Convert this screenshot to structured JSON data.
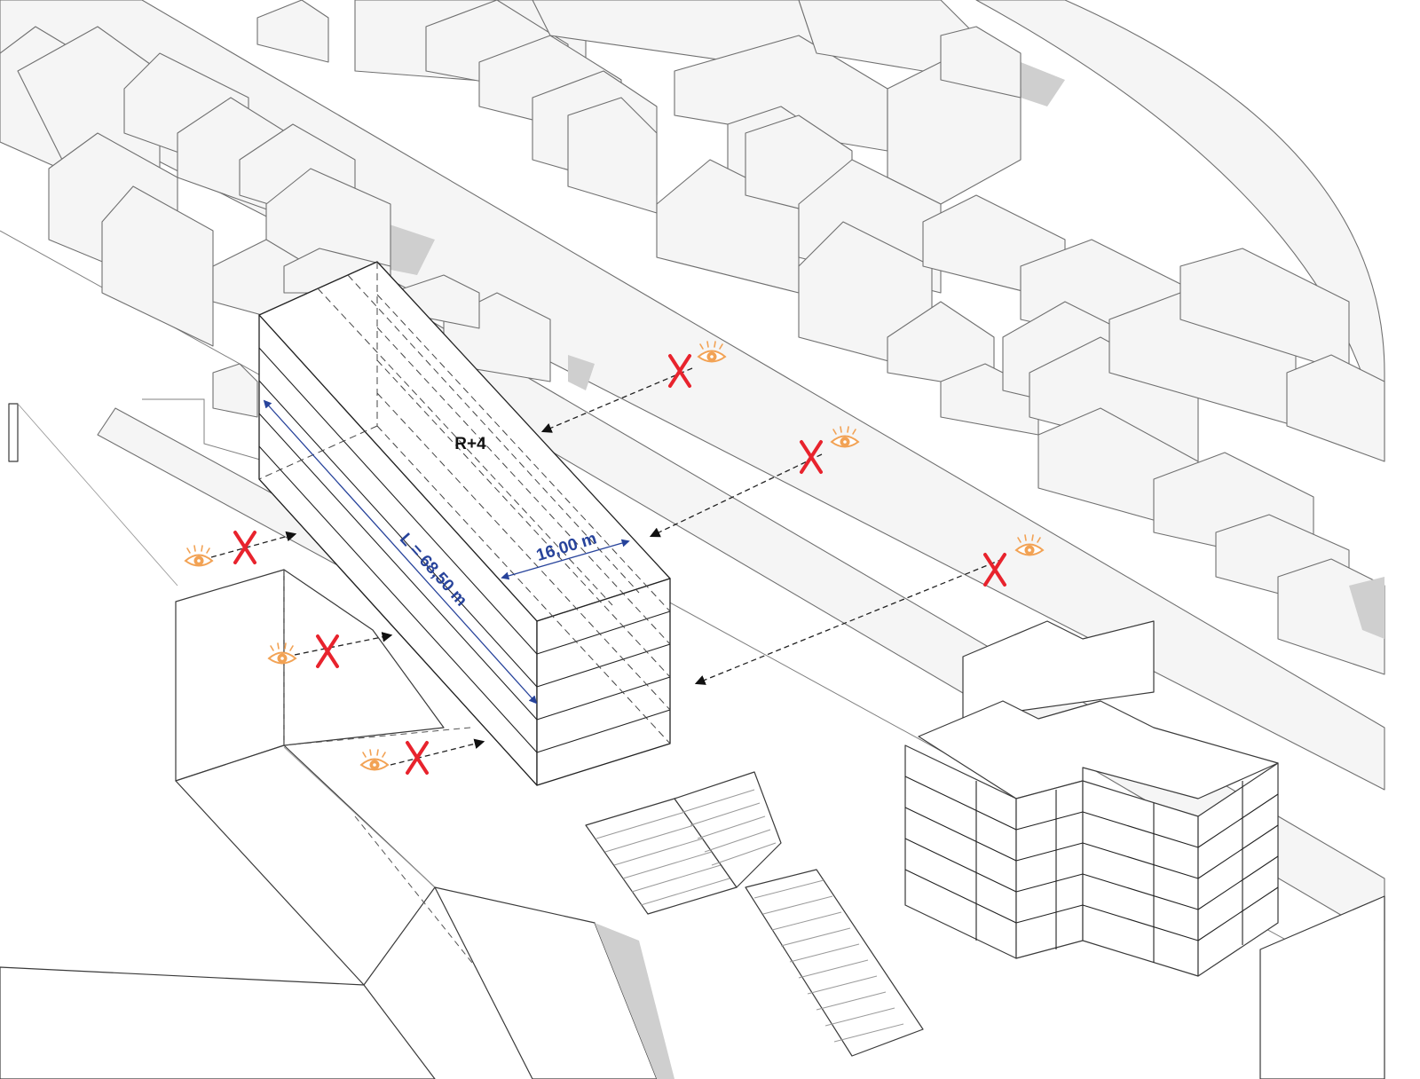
{
  "labels": {
    "floor_level": "R+4",
    "length_dimension": "L = 68,50 m",
    "width_dimension": "16,00 m"
  },
  "colors": {
    "dimension": "#27439b",
    "cross_mark": "#e8232d",
    "eye_icon": "#f2a254",
    "sight_line": "#222222",
    "context_buildings": "#f5f5f5",
    "context_outline": "#707070",
    "new_building_outline": "#222222"
  },
  "icons": {
    "viewpoint": "eye-icon",
    "blocked": "cross-icon",
    "direction": "arrow-icon"
  }
}
